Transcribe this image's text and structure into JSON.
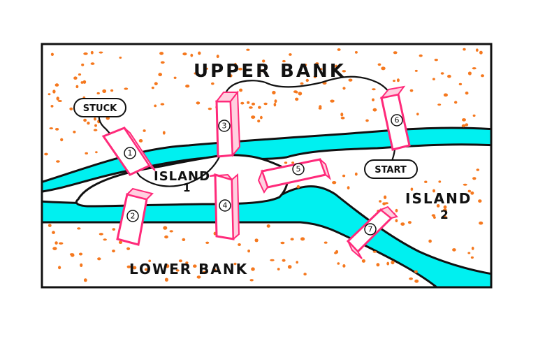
{
  "labels": {
    "upper_bank": "UPPER BANK",
    "lower_bank": "LOWER BANK",
    "island1_line1": "ISLAND",
    "island1_line2": "1",
    "island2_line1": "ISLAND",
    "island2_line2": "2",
    "start": "START",
    "stuck": "STUCK"
  },
  "bridges": [
    {
      "id": 1,
      "label": "1"
    },
    {
      "id": 2,
      "label": "2"
    },
    {
      "id": 3,
      "label": "3"
    },
    {
      "id": 4,
      "label": "4"
    },
    {
      "id": 5,
      "label": "5"
    },
    {
      "id": 6,
      "label": "6"
    },
    {
      "id": 7,
      "label": "7"
    }
  ],
  "colors": {
    "water": "#00f0f0",
    "bridge": "#ff2a7a",
    "dots": "#f5781e",
    "outline": "#111111"
  }
}
